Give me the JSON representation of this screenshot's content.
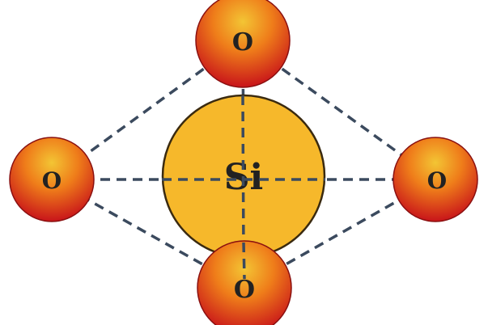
{
  "diagram": {
    "center_atom": {
      "label": "Si",
      "fill": "#f6b82b",
      "stroke": "#3a2a10"
    },
    "outer_atoms": [
      {
        "id": "top",
        "label": "O"
      },
      {
        "id": "left",
        "label": "O"
      },
      {
        "id": "right",
        "label": "O"
      },
      {
        "id": "bottom",
        "label": "O"
      }
    ],
    "oxygen_gradient": {
      "light": "#f3c534",
      "mid": "#ef7d1a",
      "dark": "#c8141a"
    },
    "bond_color": "#3b4a5e",
    "bond_style": "dashed"
  }
}
